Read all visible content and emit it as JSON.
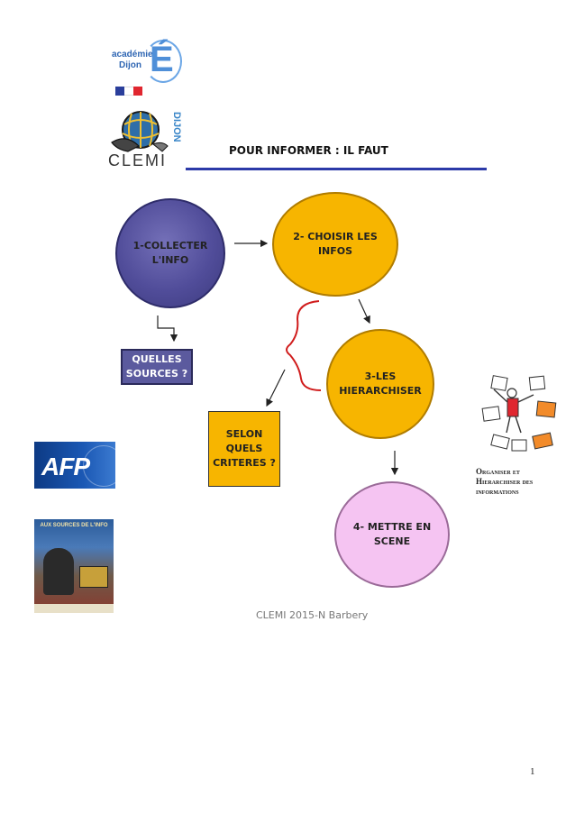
{
  "logos": {
    "academie": {
      "line1": "académie",
      "line2": "Dijon",
      "letter": "É"
    },
    "clemi": {
      "name": "CLEMI",
      "vertical": "DIJON"
    },
    "afp": "AFP"
  },
  "heading": "POUR INFORMER : IL FAUT",
  "nodes": {
    "collecter": "1-COLLECTER\nL'INFO",
    "choisir": "2- CHOISIR LES\nINFOS",
    "hierarchiser": "3-LES\nHIERARCHISER",
    "mettre": "4- METTRE EN\nSCENE"
  },
  "boxes": {
    "sources": "QUELLES\nSOURCES ?",
    "criteres": "SELON\nQUELS\nCRITERES ?"
  },
  "book": {
    "title": "AUX SOURCES DE L'INFO"
  },
  "organiser_caption": "Organiser et Hierarchiser des informations",
  "credit": "CLEMI 2015-N Barbery",
  "page_number": "1",
  "colors": {
    "circle_purple": "#514d9a",
    "circle_orange": "#f7b500",
    "circle_pink": "#f5c4f2",
    "heading_rule": "#2c3aa8",
    "brace": "#d01c1c",
    "afp_blue": "#1b58b4"
  }
}
